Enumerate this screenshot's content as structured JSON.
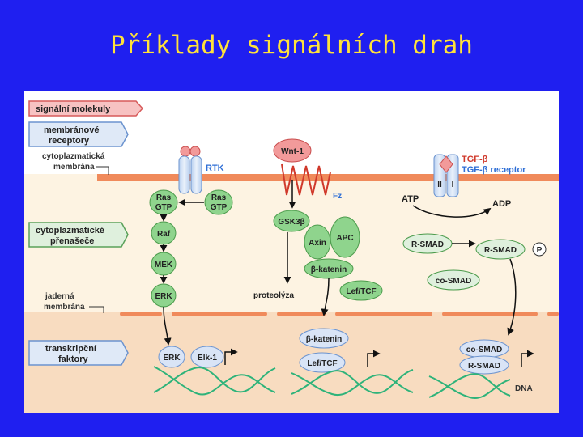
{
  "title": "Příklady signálních drah",
  "colors": {
    "background": "#1f1ff0",
    "title": "#ffe23a",
    "cytoplasm": "#fdf3e2",
    "membrane": "#f08a5b",
    "nucleus": "#f8dcc0",
    "green_node": "#8fd48d",
    "blue_node": "#d9e4f6",
    "red_node": "#f29a9a",
    "dna": "#2eb37a"
  },
  "legend": {
    "signal_molecules": "signální molekuly",
    "membrane_receptors_1": "membránové",
    "membrane_receptors_2": "receptory",
    "cyto_membrane_1": "cytoplazmatická",
    "cyto_membrane_2": "membrána",
    "cyto_carriers_1": "cytoplazmatické",
    "cyto_carriers_2": "přenašeče",
    "nuclear_membrane_1": "jaderná",
    "nuclear_membrane_2": "membrána",
    "transcription_factors_1": "transkripční",
    "transcription_factors_2": "faktory"
  },
  "rtk_pathway": {
    "receptor": "RTK",
    "ras_1": "Ras",
    "ras_2": "GTP",
    "raf": "Raf",
    "mek": "MEK",
    "erk": "ERK",
    "erk_nuclear": "ERK",
    "elk": "Elk-1"
  },
  "wnt_pathway": {
    "ligand": "Wnt-1",
    "receptor": "Fz",
    "gsk": "GSK3β",
    "axin": "Axin",
    "apc": "APC",
    "catenin": "β-katenin",
    "proteolysis": "proteolýza",
    "leftcf": "Lef/TCF",
    "catenin_nuclear": "β-katenin",
    "leftcf_nuclear": "Lef/TCF"
  },
  "tgf_pathway": {
    "ligand": "TGF-β",
    "receptor": "TGF-β receptor",
    "receptor_ii": "II",
    "receptor_i": "I",
    "atp": "ATP",
    "adp": "ADP",
    "rsmad": "R-SMAD",
    "rsmad_p": "R-SMAD",
    "phosphate": "P",
    "cosmad": "co-SMAD",
    "cosmad_nuclear": "co-SMAD",
    "rsmad_nuclear": "R-SMAD",
    "dna": "DNA"
  }
}
